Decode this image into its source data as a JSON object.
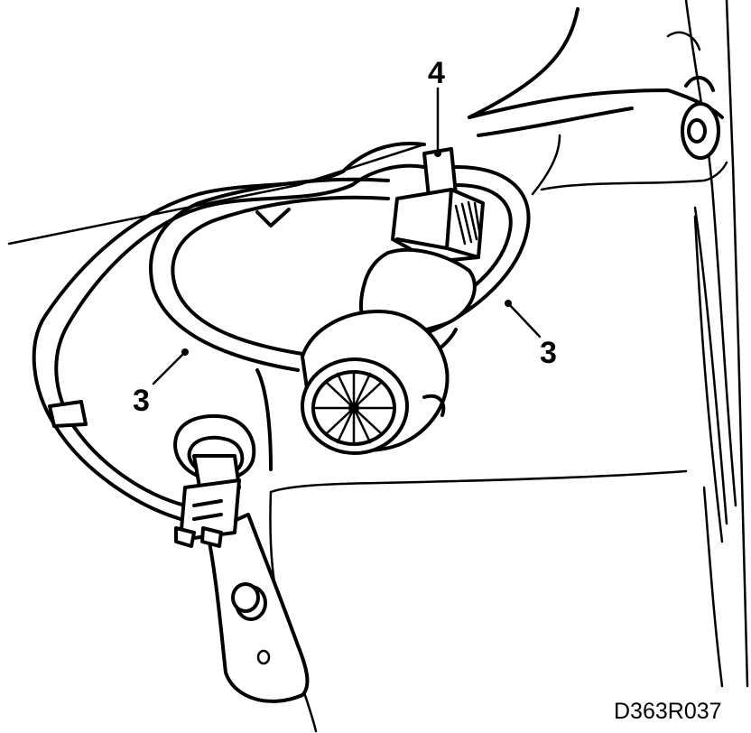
{
  "callouts": {
    "left": "3",
    "right": "3",
    "top": "4"
  },
  "figure_code": "D363R037"
}
